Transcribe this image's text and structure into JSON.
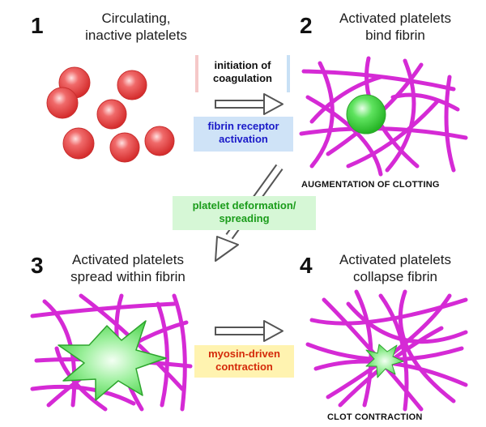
{
  "panels": [
    {
      "number": "1",
      "title_lines": [
        "Circulating,",
        "inactive platelets"
      ]
    },
    {
      "number": "2",
      "title_lines": [
        "Activated platelets",
        "bind fibrin"
      ],
      "caption": "AUGMENTATION OF CLOTTING"
    },
    {
      "number": "3",
      "title_lines": [
        "Activated platelets",
        "spread within fibrin"
      ]
    },
    {
      "number": "4",
      "title_lines": [
        "Activated platelets",
        "collapse fibrin"
      ],
      "caption": "CLOT CONTRACTION"
    }
  ],
  "transitions": {
    "initiation": {
      "lines": [
        "initiation of",
        "coagulation"
      ],
      "color": "#111111"
    },
    "receptor": {
      "lines": [
        "fibrin receptor",
        "activation"
      ],
      "color": "#1a1ac8"
    },
    "deformation": {
      "lines": [
        "platelet deformation/",
        "spreading"
      ],
      "color": "#1a9c1a"
    },
    "myosin": {
      "lines": [
        "myosin-driven",
        "contraction"
      ],
      "color": "#d42a0a"
    }
  },
  "colors": {
    "fibrin": "#d52ad5",
    "platelet_inactive": "#e23a3a",
    "platelet_active": "#39c839",
    "arrow": "#555555"
  }
}
